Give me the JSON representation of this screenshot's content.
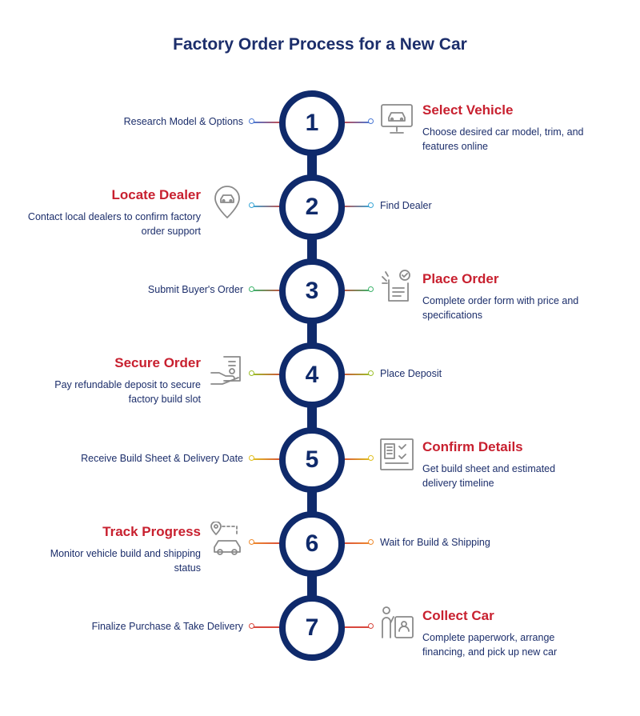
{
  "title": "Factory Order Process for a New Car",
  "colors": {
    "navy": "#0f2a6b",
    "heading_red": "#c8202f",
    "text_blue": "#1c2e6b",
    "icon_gray": "#8a8a8a"
  },
  "steps": [
    {
      "number": "1",
      "action": "Research Model & Options",
      "heading": "Select Vehicle",
      "description": "Choose desired car model, trim, and features online",
      "icon": "computer-car-icon",
      "color": "#4a78d4"
    },
    {
      "number": "2",
      "action": "Find Dealer",
      "heading": "Locate Dealer",
      "description": "Contact local dealers to confirm factory order support",
      "icon": "location-car-icon",
      "color": "#3aa6d6"
    },
    {
      "number": "3",
      "action": "Submit Buyer's Order",
      "heading": "Place Order",
      "description": "Complete order form with price and specifications",
      "icon": "order-form-icon",
      "color": "#3db36c"
    },
    {
      "number": "4",
      "action": "Place Deposit",
      "heading": "Secure Order",
      "description": "Pay refundable deposit to secure factory build slot",
      "icon": "deposit-hand-icon",
      "color": "#9cbf2a"
    },
    {
      "number": "5",
      "action": "Receive Build Sheet & Delivery Date",
      "heading": "Confirm Details",
      "description": "Get build sheet and estimated delivery timeline",
      "icon": "build-sheet-icon",
      "color": "#e0c020"
    },
    {
      "number": "6",
      "action": "Wait for Build & Shipping",
      "heading": "Track Progress",
      "description": "Monitor vehicle build and shipping status",
      "icon": "tracking-car-icon",
      "color": "#ee8a2e"
    },
    {
      "number": "7",
      "action": "Finalize Purchase & Take Delivery",
      "heading": "Collect Car",
      "description": "Complete paperwork, arrange financing, and pick up new car",
      "icon": "person-car-icon",
      "color": "#d8473d"
    }
  ]
}
